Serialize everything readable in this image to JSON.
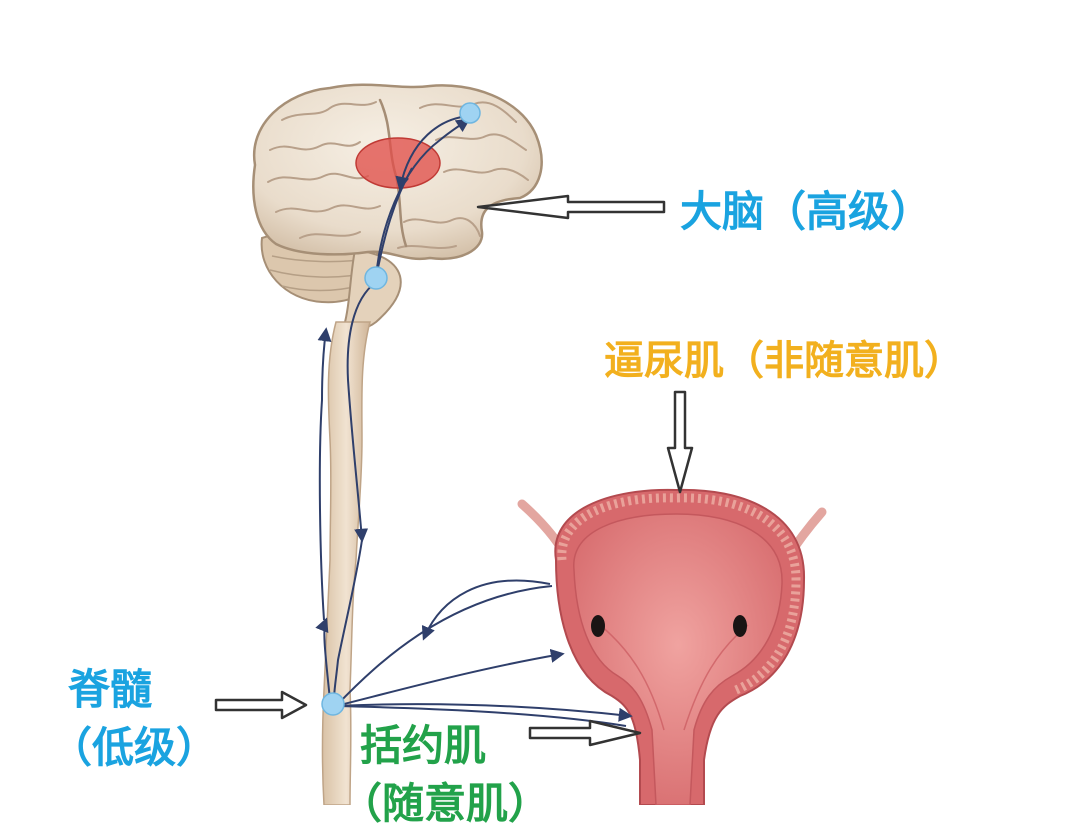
{
  "labels": {
    "brain": "大脑（高级）",
    "detrusor": "逼尿肌（非随意肌）",
    "spinal_cord_line1": "脊髓",
    "spinal_cord_line2": "（低级）",
    "sphincter_line1": "括约肌",
    "sphincter_line2": "（随意肌）"
  },
  "colors": {
    "brain_label": "#1aa3e0",
    "detrusor_label": "#f2b01e",
    "spinal_label": "#1aa3e0",
    "sphincter_label": "#22a24a",
    "nerve_path": "#2f3f6b",
    "node": "#9fd3f2",
    "brain_region": "#e0504a"
  },
  "icons": {
    "pointer_arrow": "hollow-arrow-icon"
  }
}
